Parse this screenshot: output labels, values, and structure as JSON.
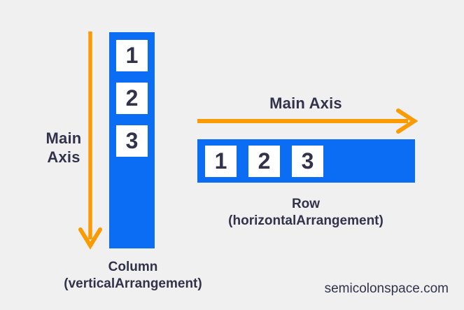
{
  "colors": {
    "surface": "#f0f0f0",
    "blue": "#0b6cf4",
    "orange": "#fb9b04",
    "ink": "#32334a",
    "box": "#ffffff"
  },
  "column_diagram": {
    "main_axis_label_lines": [
      "Main",
      "Axis"
    ],
    "items": [
      "1",
      "2",
      "3"
    ],
    "caption_lines": [
      "Column",
      "(verticalArrangement)"
    ],
    "arrow_icon": "arrow-down"
  },
  "row_diagram": {
    "main_axis_label": "Main Axis",
    "items": [
      "1",
      "2",
      "3"
    ],
    "caption_lines": [
      "Row",
      "(horizontalArrangement)"
    ],
    "arrow_icon": "arrow-right"
  },
  "footer": {
    "watermark": "semicolonspace.com"
  }
}
